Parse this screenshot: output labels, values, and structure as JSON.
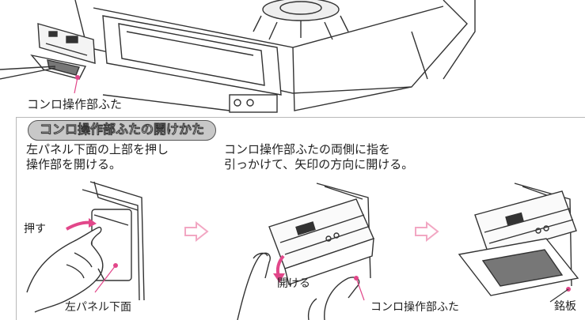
{
  "top_label": "コンロ操作部ふた",
  "section_title": "コンロ操作部ふたの開けかた",
  "step1": {
    "line1": "左パネル下面の上部を押し",
    "line2": "操作部を開ける。",
    "push_label": "押す",
    "face_label": "左パネル下面"
  },
  "step2": {
    "line1": "コンロ操作部ふたの両側に指を",
    "line2": "引っかけて、矢印の方向に開ける。",
    "open_label": "開ける",
    "cover_label": "コンロ操作部ふた"
  },
  "step3": {
    "nameplate_label": "銘板"
  },
  "colors": {
    "accent_pink": "#e2478a",
    "arrow_pink": "#f2a7c3",
    "title_bg": "#c8c8c8",
    "line": "#333333"
  }
}
